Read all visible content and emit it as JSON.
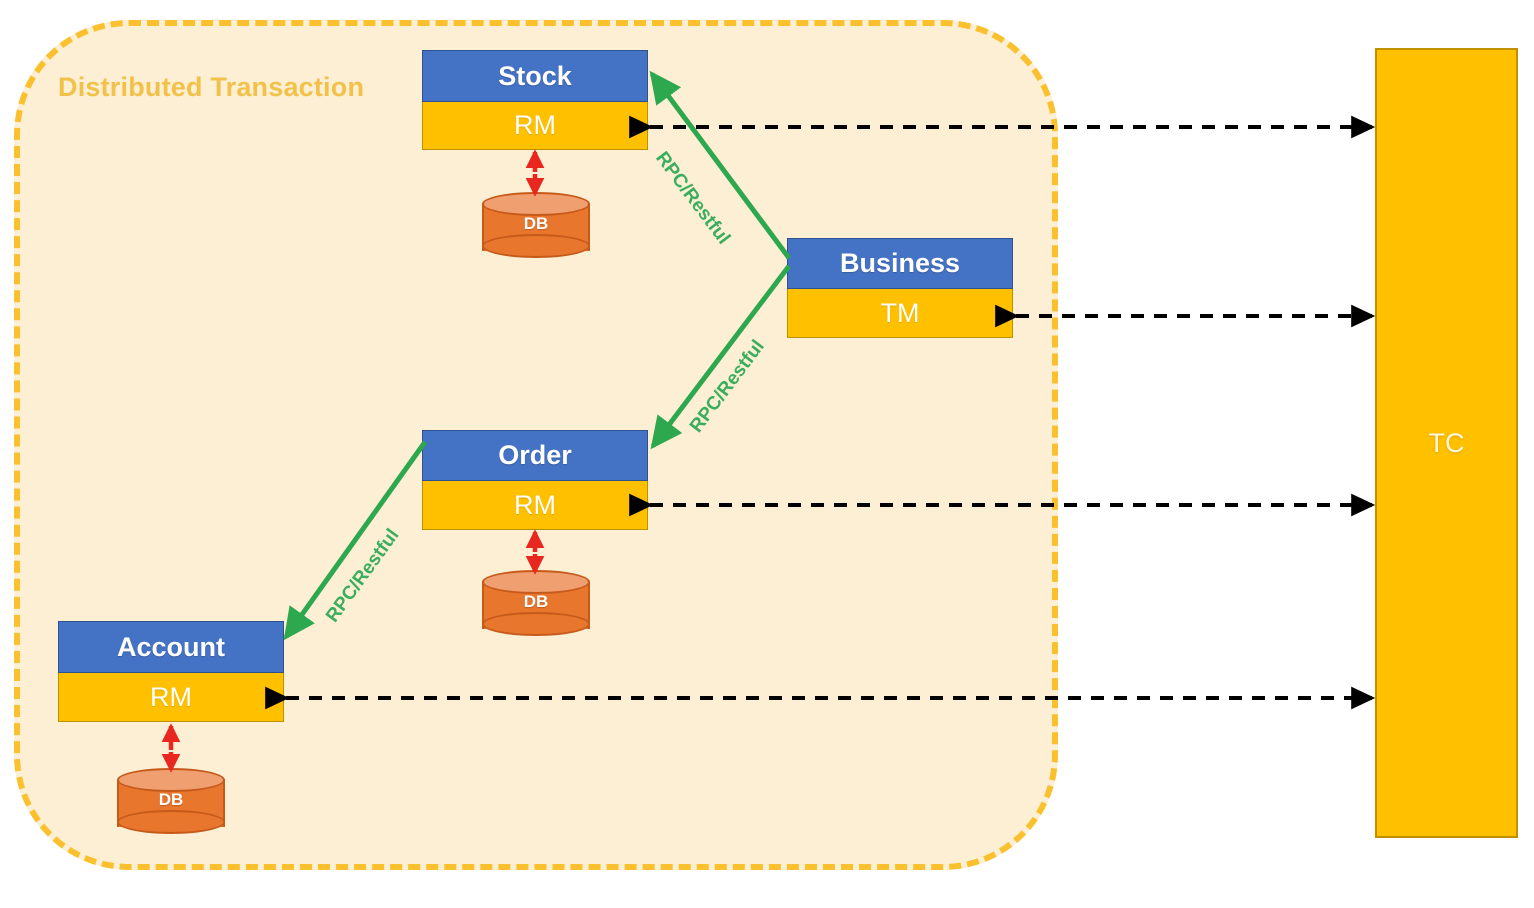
{
  "diagram": {
    "container": {
      "label": "Distributed Transaction",
      "border_color": "#FBC02D",
      "fill_color": "#FCEFD3"
    },
    "services": [
      {
        "id": "stock",
        "name": "Stock",
        "manager": "RM",
        "db_label": "DB",
        "header_color": "#4472C4",
        "manager_color": "#FFC000"
      },
      {
        "id": "business",
        "name": "Business",
        "manager": "TM",
        "db_label": null,
        "header_color": "#4472C4",
        "manager_color": "#FFC000"
      },
      {
        "id": "order",
        "name": "Order",
        "manager": "RM",
        "db_label": "DB",
        "header_color": "#4472C4",
        "manager_color": "#FFC000"
      },
      {
        "id": "account",
        "name": "Account",
        "manager": "RM",
        "db_label": "DB",
        "header_color": "#4472C4",
        "manager_color": "#FFC000"
      }
    ],
    "coordinator": {
      "label": "TC",
      "color": "#FFC000"
    },
    "rpc_links": [
      {
        "from": "business",
        "to": "stock",
        "label": "RPC/Restful",
        "color": "#2EA84F"
      },
      {
        "from": "business",
        "to": "order",
        "label": "RPC/Restful",
        "color": "#2EA84F"
      },
      {
        "from": "order",
        "to": "account",
        "label": "RPC/Restful",
        "color": "#2EA84F"
      }
    ],
    "tc_links": [
      {
        "from": "stock",
        "to": "TC",
        "style": "dashed",
        "color": "#000000"
      },
      {
        "from": "business",
        "to": "TC",
        "style": "dashed",
        "color": "#000000"
      },
      {
        "from": "order",
        "to": "TC",
        "style": "dashed",
        "color": "#000000"
      },
      {
        "from": "account",
        "to": "TC",
        "style": "dashed",
        "color": "#000000"
      }
    ],
    "db_links": [
      {
        "from": "stock",
        "to": "db",
        "color": "#E8281E"
      },
      {
        "from": "order",
        "to": "db",
        "color": "#E8281E"
      },
      {
        "from": "account",
        "to": "db",
        "color": "#E8281E"
      }
    ]
  }
}
